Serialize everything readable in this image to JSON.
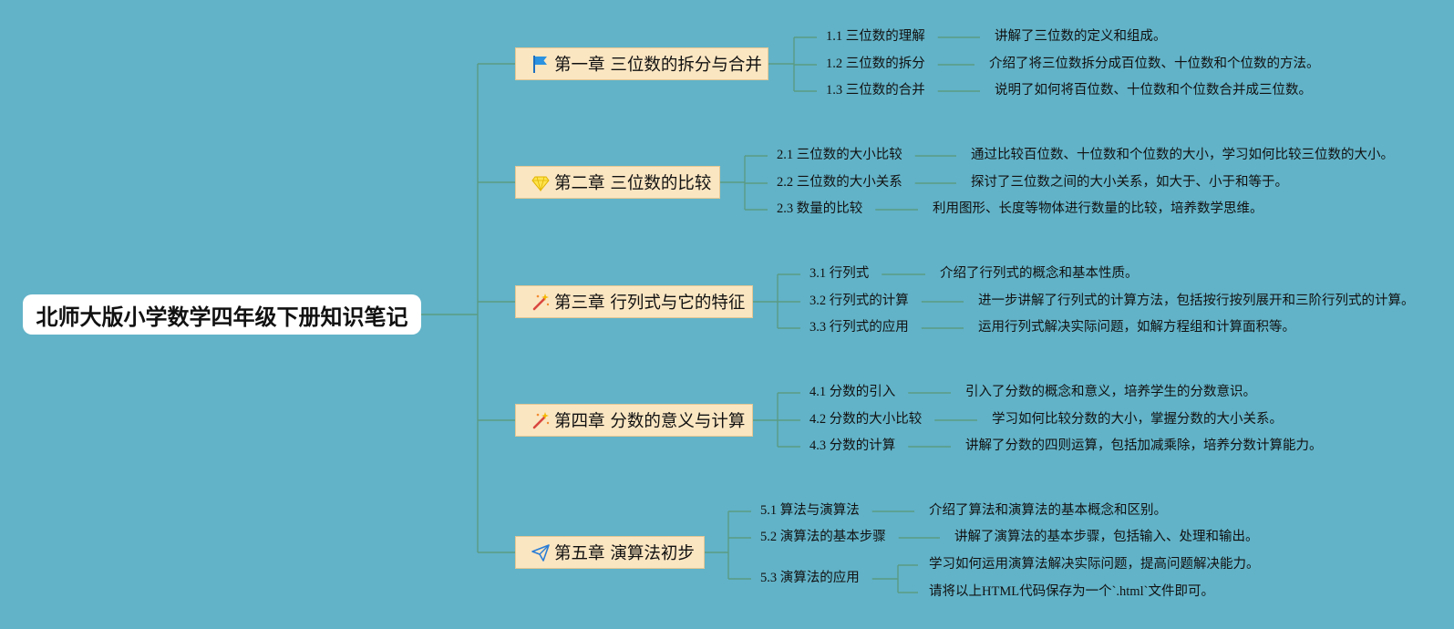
{
  "root": {
    "title": "北师大版小学数学四年级下册知识笔记"
  },
  "colors": {
    "background": "#62b3c8",
    "chapter_fill": "#fbe6c2",
    "link": "#5a9b83"
  },
  "chapters": [
    {
      "title": "第一章 三位数的拆分与合并",
      "icon": "flag-icon",
      "sections": [
        {
          "label": "1.1 三位数的理解",
          "notes": [
            "讲解了三位数的定义和组成。"
          ]
        },
        {
          "label": "1.2 三位数的拆分",
          "notes": [
            "介绍了将三位数拆分成百位数、十位数和个位数的方法。"
          ]
        },
        {
          "label": "1.3 三位数的合并",
          "notes": [
            "说明了如何将百位数、十位数和个位数合并成三位数。"
          ]
        }
      ]
    },
    {
      "title": "第二章 三位数的比较",
      "icon": "diamond-icon",
      "sections": [
        {
          "label": "2.1 三位数的大小比较",
          "notes": [
            "通过比较百位数、十位数和个位数的大小，学习如何比较三位数的大小。"
          ]
        },
        {
          "label": "2.2 三位数的大小关系",
          "notes": [
            "探讨了三位数之间的大小关系，如大于、小于和等于。"
          ]
        },
        {
          "label": "2.3 数量的比较",
          "notes": [
            "利用图形、长度等物体进行数量的比较，培养数学思维。"
          ]
        }
      ]
    },
    {
      "title": "第三章 行列式与它的特征",
      "icon": "magic-wand-icon",
      "sections": [
        {
          "label": "3.1 行列式",
          "notes": [
            "介绍了行列式的概念和基本性质。"
          ]
        },
        {
          "label": "3.2 行列式的计算",
          "notes": [
            "进一步讲解了行列式的计算方法，包括按行按列展开和三阶行列式的计算。"
          ]
        },
        {
          "label": "3.3 行列式的应用",
          "notes": [
            "运用行列式解决实际问题，如解方程组和计算面积等。"
          ]
        }
      ]
    },
    {
      "title": "第四章 分数的意义与计算",
      "icon": "magic-wand-icon",
      "sections": [
        {
          "label": "4.1 分数的引入",
          "notes": [
            "引入了分数的概念和意义，培养学生的分数意识。"
          ]
        },
        {
          "label": "4.2 分数的大小比较",
          "notes": [
            "学习如何比较分数的大小，掌握分数的大小关系。"
          ]
        },
        {
          "label": "4.3 分数的计算",
          "notes": [
            "讲解了分数的四则运算，包括加减乘除，培养分数计算能力。"
          ]
        }
      ]
    },
    {
      "title": "第五章 演算法初步",
      "icon": "paper-plane-icon",
      "sections": [
        {
          "label": "5.1 算法与演算法",
          "notes": [
            "介绍了算法和演算法的基本概念和区别。"
          ]
        },
        {
          "label": "5.2 演算法的基本步骤",
          "notes": [
            "讲解了演算法的基本步骤，包括输入、处理和输出。"
          ]
        },
        {
          "label": "5.3 演算法的应用",
          "notes": [
            "学习如何运用演算法解决实际问题，提高问题解决能力。",
            "请将以上HTML代码保存为一个`.html`文件即可。"
          ]
        }
      ]
    }
  ]
}
